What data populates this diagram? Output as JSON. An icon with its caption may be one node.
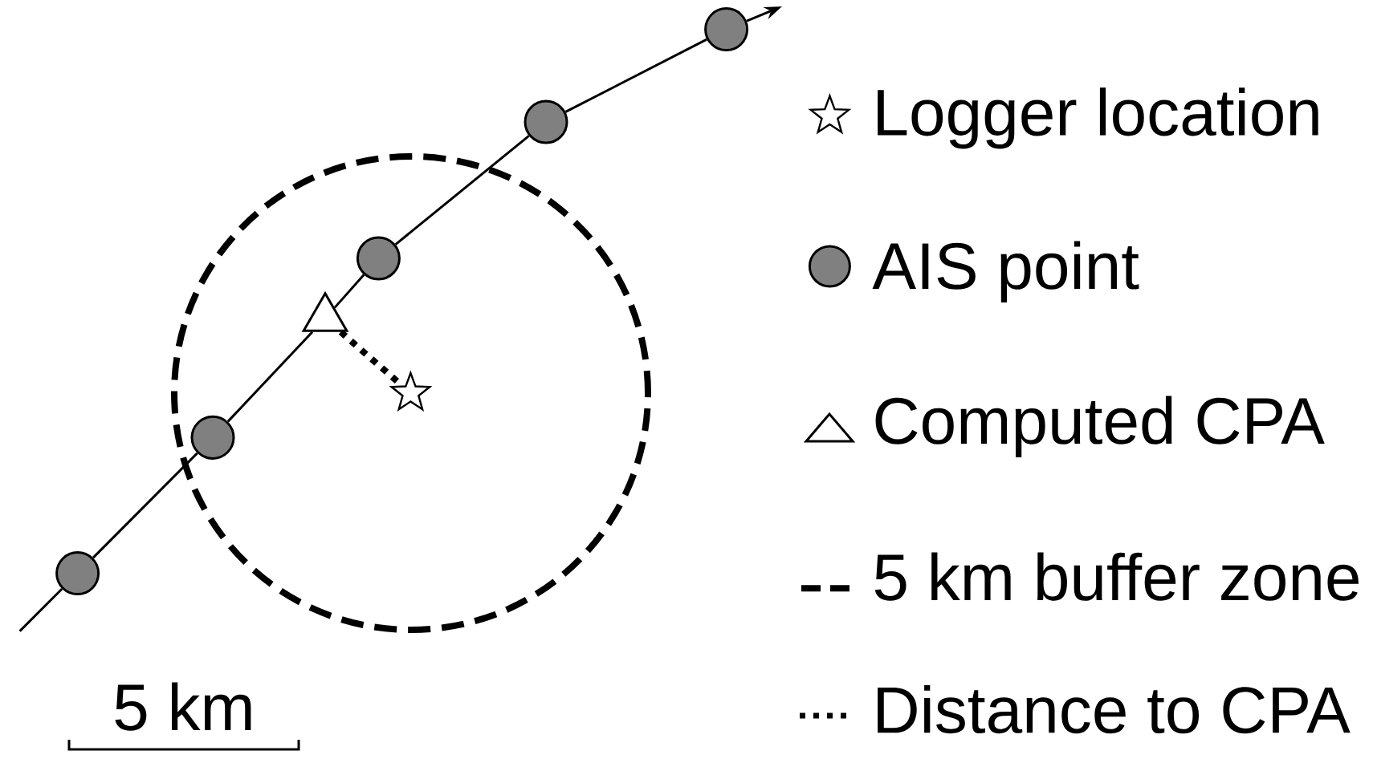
{
  "diagram": {
    "nodes": [
      {
        "text": [],
        "shape": "circle"
      },
      {
        "text": [],
        "shape": "circle"
      },
      {
        "text": [],
        "shape": "triangle"
      },
      {
        "text": [],
        "shape": "circle"
      },
      {
        "text": [],
        "shape": "circle"
      },
      {
        "text": [],
        "shape": "circle"
      },
      {
        "text": [],
        "shape": "star"
      }
    ],
    "edges": [
      {
        "from": null,
        "to": 0,
        "arrow": "none"
      },
      {
        "from": 0,
        "to": 1,
        "arrow": "none"
      },
      {
        "from": 1,
        "to": 2,
        "arrow": "none"
      },
      {
        "from": 2,
        "to": 3,
        "arrow": "none"
      },
      {
        "from": 3,
        "to": 4,
        "arrow": "none"
      },
      {
        "from": 4,
        "to": 5,
        "arrow": "none"
      },
      {
        "from": 5,
        "to": null,
        "arrow": "to"
      },
      {
        "from": 2,
        "to": 6,
        "arrow": "none",
        "style": "dashed"
      }
    ],
    "labels": [
      "5 km"
    ],
    "legend": [
      {
        "text": "Logger location"
      },
      {
        "text": "AIS point"
      },
      {
        "text": "Computed CPA"
      },
      {
        "text": "5 km buffer zone"
      },
      {
        "text": "Distance to CPA"
      }
    ]
  }
}
